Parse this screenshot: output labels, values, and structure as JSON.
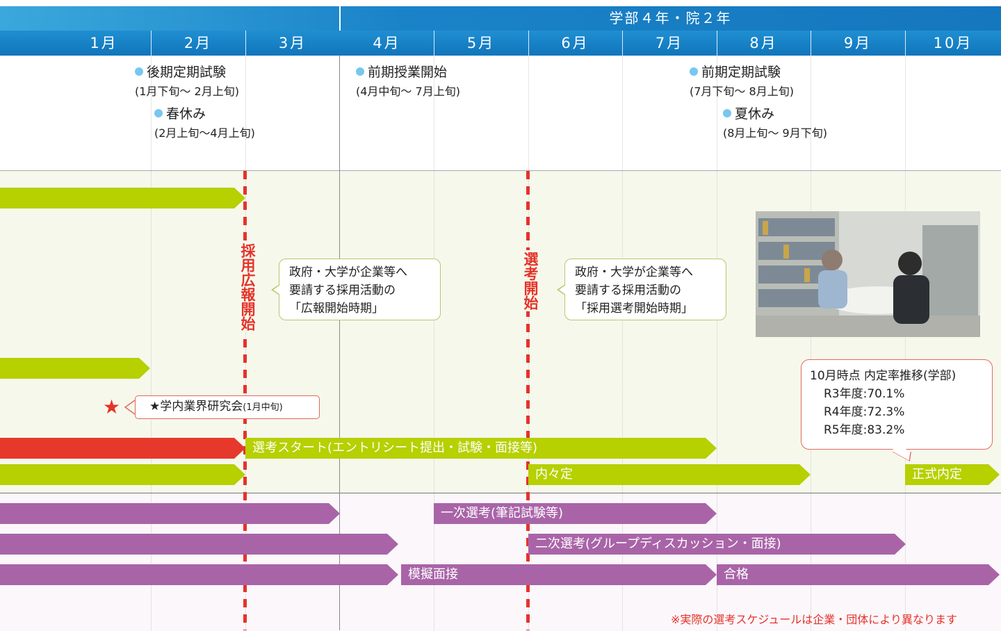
{
  "header": {
    "year_label": "学部４年・院２年",
    "months": [
      "1月",
      "2月",
      "3月",
      "4月",
      "5月",
      "6月",
      "7月",
      "8月",
      "9月",
      "10月"
    ]
  },
  "events": [
    {
      "title": "後期定期試験",
      "period": "(1月下旬〜 2月上旬)"
    },
    {
      "title": "春休み",
      "period": "(2月上旬〜4月上旬)"
    },
    {
      "title": "前期授業開始",
      "period": "(4月中旬〜 7月上旬)"
    },
    {
      "title": "前期定期試験",
      "period": "(7月下旬〜 8月上旬)"
    },
    {
      "title": "夏休み",
      "period": "(8月上旬〜 9月下旬)"
    }
  ],
  "milestones": {
    "pr_start": "採用広報開始",
    "selection_start": "選考開始"
  },
  "bubbles": {
    "pr": [
      "政府・大学が企業等へ",
      "要請する採用活動の",
      "「広報開始時期」"
    ],
    "selection": [
      "政府・大学が企業等へ",
      "要請する採用活動の",
      "「採用選考開始時期」"
    ]
  },
  "seminar": {
    "star": "★",
    "label": "★学内業界研究会",
    "note": "(1月中旬)"
  },
  "arrows": {
    "selection_start": "選考スタート(エントリシート提出・試験・面接等)",
    "informal_offer": "内々定",
    "formal_offer": "正式内定",
    "first_round": "一次選考(筆記試験等)",
    "second_round": "二次選考(グループディスカッション・面接)",
    "mock_interview": "模擬面接",
    "pass": "合格"
  },
  "rates": {
    "title": "10月時点 内定率推移(学部)",
    "rows": [
      "R3年度:70.1%",
      "R4年度:72.3%",
      "R5年度:83.2%"
    ]
  },
  "footnote": "※実際の選考スケジュールは企業・団体により異なります",
  "colors": {
    "green": "#b6d000",
    "red": "#e6392b",
    "purple": "#a964a8",
    "header_blue": "#1577bd"
  }
}
